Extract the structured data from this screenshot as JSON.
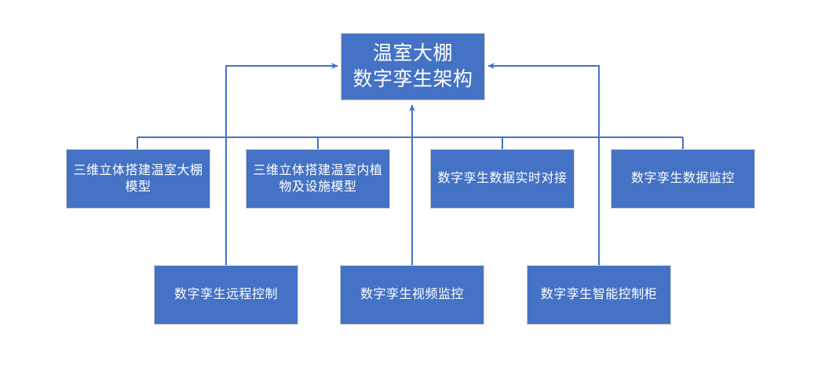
{
  "diagram": {
    "title": "温室大棚数字孪生架构",
    "type": "hierarchy-org-chart",
    "colors": {
      "node_fill": "#4472c4",
      "node_border": "#d0cece",
      "node_text": "#ffffff",
      "connector": "#4472c4",
      "background": "#ffffff"
    },
    "root": {
      "label": "温室大棚\n数字孪生架构",
      "line1": "温室大棚",
      "line2": "数字孪生架构"
    },
    "level2": [
      {
        "label": "三维立体搭建温室大棚模型",
        "line1": "三维立体搭建温室大",
        "line2": "棚模型"
      },
      {
        "label": "三维立体搭建温室内植物及设施模型",
        "line1": "三维立体搭建温室内",
        "line2": "植物及设施模型"
      },
      {
        "label": "数字孪生数据实时对接",
        "line1": "数字孪生",
        "line2": "数据实时对接"
      },
      {
        "label": "数字孪生数据监控",
        "line1": "数字孪生",
        "line2": "数据监控"
      }
    ],
    "level3": [
      {
        "label": "数字孪生远程控制",
        "line1": "数字孪生",
        "line2": "远程控制"
      },
      {
        "label": "数字孪生视频监控",
        "line1": "数字孪生",
        "line2": "视频监控"
      },
      {
        "label": "数字孪生智能控制柜",
        "line1": "数字孪生",
        "line2": "智能控制柜"
      }
    ]
  }
}
